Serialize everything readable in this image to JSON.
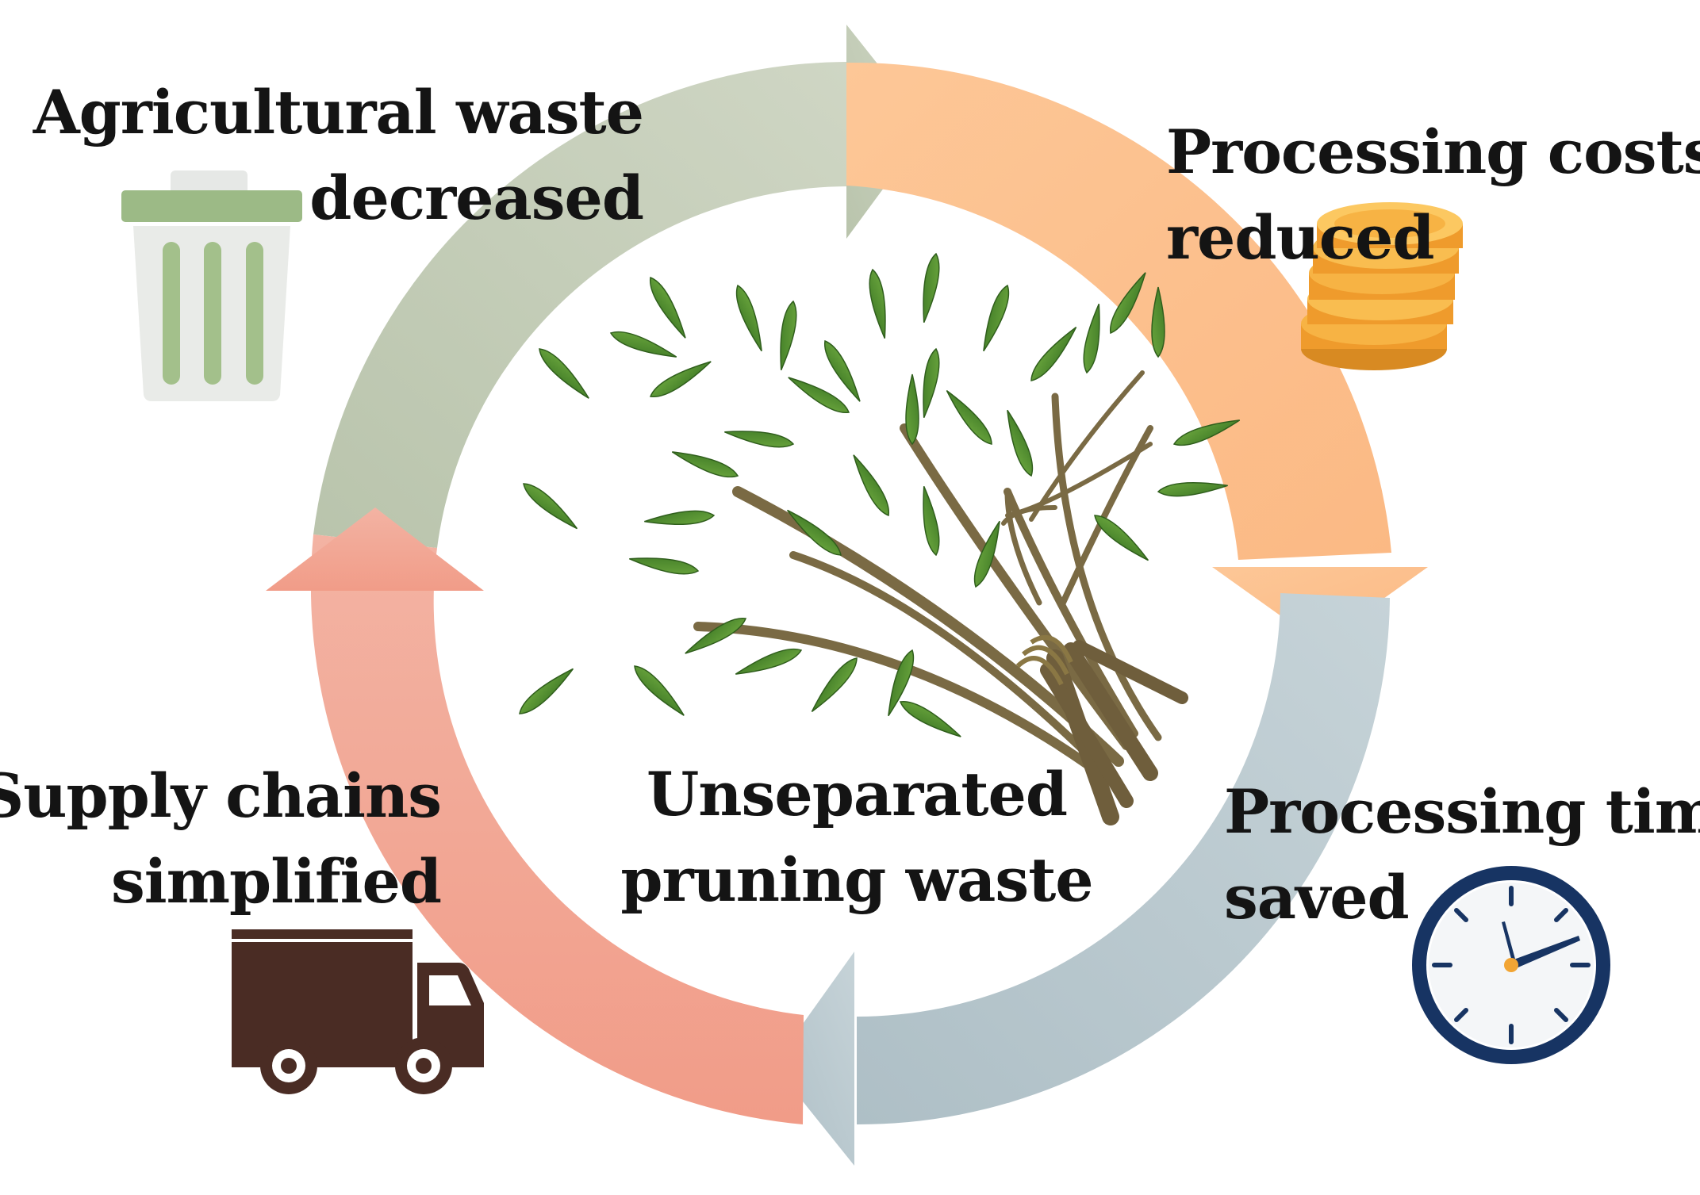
{
  "center": {
    "line1": "Unseparated",
    "line2": "pruning waste"
  },
  "benefits": {
    "agricultural": {
      "line1": "Agricultural waste",
      "line2": "decreased",
      "icon": "trash-bin-icon"
    },
    "costs": {
      "line1": "Processing costs",
      "line2": "reduced",
      "icon": "coin-stack-icon"
    },
    "time": {
      "line1": "Processing time",
      "line2": "saved",
      "icon": "clock-icon"
    },
    "supply": {
      "line1": "Supply chains",
      "line2": "simplified",
      "icon": "delivery-truck-icon"
    }
  },
  "colors": {
    "green_arrow": "#c3cbb5",
    "orange_arrow": "#fcc28f",
    "blue_arrow": "#bccbd2",
    "red_arrow": "#f0a18f",
    "leaf": "#4f8a2c",
    "branch": "#7a6a44",
    "truck": "#4a2c24",
    "coin": "#f2a534",
    "clock_rim": "#1b3a66"
  }
}
